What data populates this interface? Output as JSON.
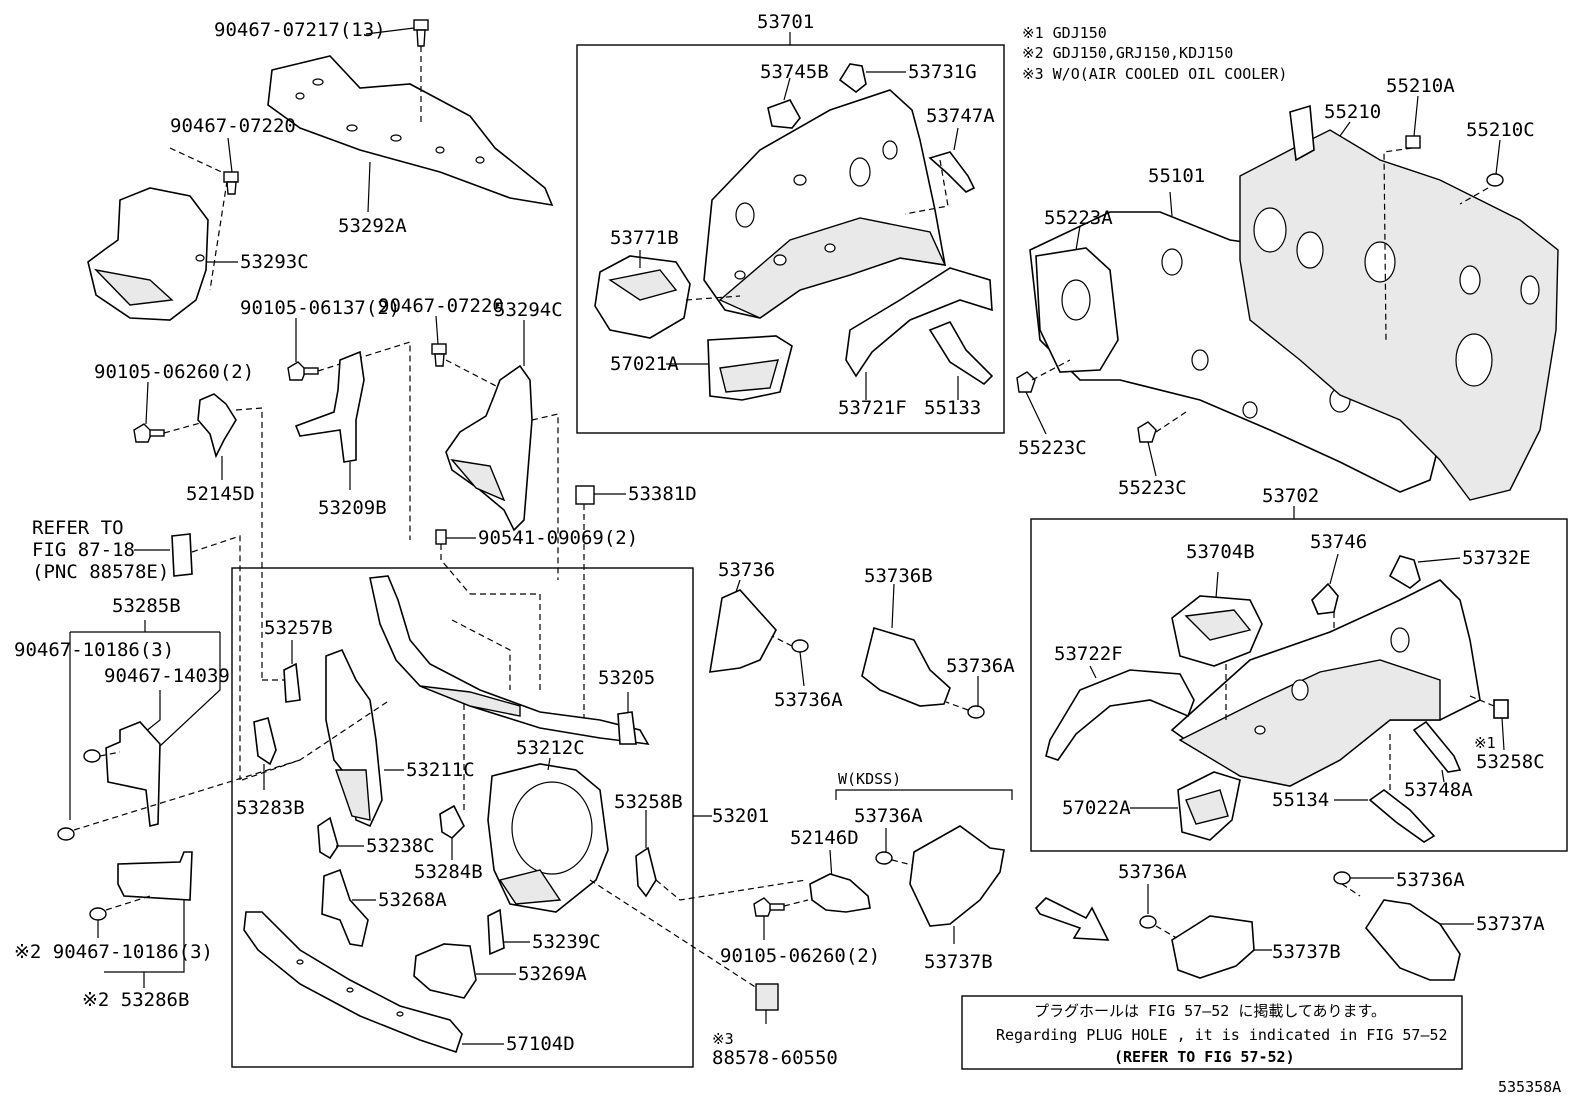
{
  "notes": {
    "n1": "※1 GDJ150",
    "n2": "※2 GDJ150,GRJ150,KDJ150",
    "n3": "※3 W/O(AIR COOLED OIL COOLER)"
  },
  "labels": {
    "l_9046707217": "90467-07217(13)",
    "l_53292A": "53292A",
    "l_9046707220a": "90467-07220",
    "l_53293C": "53293C",
    "l_53701": "53701",
    "l_53745B": "53745B",
    "l_53731G": "53731G",
    "l_53747A": "53747A",
    "l_53771B": "53771B",
    "l_57021A": "57021A",
    "l_53721F": "53721F",
    "l_55133": "55133",
    "l_55101": "55101",
    "l_55210": "55210",
    "l_55210A": "55210A",
    "l_55210C": "55210C",
    "l_55223A": "55223A",
    "l_55223Ca": "55223C",
    "l_55223Cb": "55223C",
    "l_53702": "53702",
    "l_53704B": "53704B",
    "l_53746": "53746",
    "l_53732E": "53732E",
    "l_53722F": "53722F",
    "l_53258C": "53258C",
    "l_53748A": "53748A",
    "l_57022A": "57022A",
    "l_55134": "55134",
    "l_9010506137": "90105-06137(2)",
    "l_9046707220b": "90467-07220",
    "l_53294C": "53294C",
    "l_9010506260a": "90105-06260(2)",
    "l_52145D": "52145D",
    "l_53209B": "53209B",
    "l_53381D": "53381D",
    "l_9054109069": "90541-09069(2)",
    "l_refer1": "REFER TO",
    "l_refer2": "FIG 87-18",
    "l_refer3": "(PNC 88578E)",
    "l_53285B": "53285B",
    "l_9046710186a": "90467-10186(3)",
    "l_9046714039": "90467-14039",
    "l_53257B": "53257B",
    "l_53283B": "53283B",
    "l_53211C": "53211C",
    "l_53238C": "53238C",
    "l_53284B": "53284B",
    "l_53212C": "53212C",
    "l_53205": "53205",
    "l_53258B": "53258B",
    "l_53201": "53201",
    "l_53268A": "53268A",
    "l_53239C": "53239C",
    "l_53269A": "53269A",
    "l_57104D": "57104D",
    "l_9046710186b": "※2 90467-10186(3)",
    "l_53286B": "※2 53286B",
    "l_53736": "53736",
    "l_53736Aa": "53736A",
    "l_53736B": "53736B",
    "l_53736Ab": "53736A",
    "l_kdss": "W(KDSS)",
    "l_53736Ac": "53736A",
    "l_52146D": "52146D",
    "l_9010506260b": "90105-06260(2)",
    "l_53737Ba": "53737B",
    "l_53736Ad": "53736A",
    "l_53737Bb": "53737B",
    "l_53736Ae": "53736A",
    "l_53737A": "53737A",
    "l_88578": "88578-60550",
    "l_n3mark": "※3",
    "l_n1mark": "※1",
    "l_fig": "535358A"
  },
  "footnote": {
    "jp": "プラグホールは FIG 57–52 に掲載してあります。",
    "en": "Regarding  PLUG  HOLE , it is indicated in FIG  57—52",
    "ref": "(REFER  TO  FIG 57-52)"
  }
}
